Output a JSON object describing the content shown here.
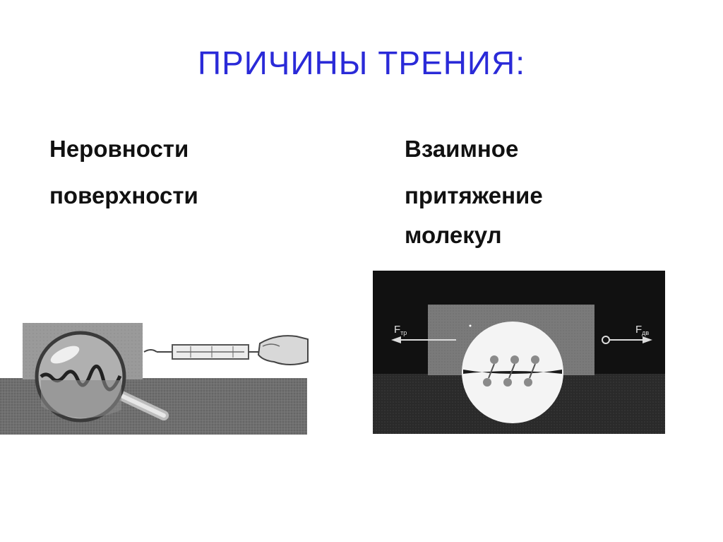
{
  "slide": {
    "title": "ПРИЧИНЫ ТРЕНИЯ:",
    "left_column": {
      "lines": [
        "Неровности",
        "поверхности"
      ]
    },
    "right_column": {
      "lines": [
        "Взаимное",
        "притяжение",
        "молекул"
      ]
    },
    "right_picture": {
      "friction_force_label": "F",
      "friction_force_subscript": "тр",
      "pulling_force_label": "F",
      "pulling_force_subscript": "дв"
    }
  },
  "colors": {
    "title": "#2a2ad8",
    "text": "#111111"
  }
}
